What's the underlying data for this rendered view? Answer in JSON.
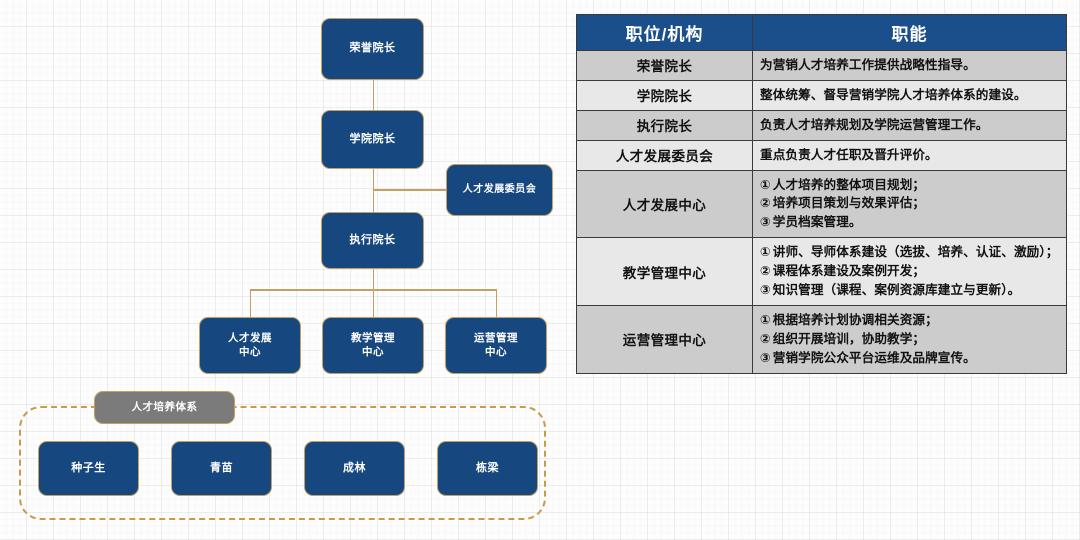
{
  "org_chart": {
    "nodes": [
      {
        "id": "honorary-dean",
        "label": "荣誉院长"
      },
      {
        "id": "college-dean",
        "label": "学院院长"
      },
      {
        "id": "talent-committee",
        "label": "人才发展委员会"
      },
      {
        "id": "executive-dean",
        "label": "执行院长"
      },
      {
        "id": "talent-dev-center",
        "label": "人才发展\n中心"
      },
      {
        "id": "teaching-mgmt-center",
        "label": "教学管理\n中心"
      },
      {
        "id": "operation-mgmt-center",
        "label": "运营管理\n中心"
      }
    ],
    "group_label": "人才培养体系",
    "tiers": [
      {
        "id": "tier-seed",
        "label": "种子生"
      },
      {
        "id": "tier-sapling",
        "label": "青苗"
      },
      {
        "id": "tier-grove",
        "label": "成林"
      },
      {
        "id": "tier-pillar",
        "label": "栋梁"
      }
    ]
  },
  "table": {
    "headers": [
      "职位/机构",
      "职能"
    ],
    "rows": [
      {
        "role": "荣誉院长",
        "duty_lines": [
          {
            "marker": "",
            "text": "为营销人才培养工作提供战略性指导。"
          }
        ]
      },
      {
        "role": "学院院长",
        "duty_lines": [
          {
            "marker": "",
            "text": "整体统筹、督导营销学院人才培养体系的建设。"
          }
        ]
      },
      {
        "role": "执行院长",
        "duty_lines": [
          {
            "marker": "",
            "text": "负责人才培养规划及学院运营管理工作。"
          }
        ]
      },
      {
        "role": "人才发展委员会",
        "duty_lines": [
          {
            "marker": "",
            "text": "重点负责人才任职及晋升评价。"
          }
        ]
      },
      {
        "role": "人才发展中心",
        "duty_lines": [
          {
            "marker": "①",
            "text": "人才培养的整体项目规划；"
          },
          {
            "marker": "②",
            "text": "培养项目策划与效果评估；"
          },
          {
            "marker": "③",
            "text": "学员档案管理。"
          }
        ]
      },
      {
        "role": "教学管理中心",
        "duty_lines": [
          {
            "marker": "①",
            "text": "讲师、导师体系建设（选拔、培养、认证、激励）；"
          },
          {
            "marker": "②",
            "text": "课程体系建设及案例开发；"
          },
          {
            "marker": "③",
            "text": "知识管理（课程、案例资源库建立与更新）。"
          }
        ]
      },
      {
        "role": "运营管理中心",
        "duty_lines": [
          {
            "marker": "①",
            "text": "根据培养计划协调相关资源；"
          },
          {
            "marker": "②",
            "text": "组织开展培训，协助教学；"
          },
          {
            "marker": "③",
            "text": "营销学院公众平台运维及品牌宣传。"
          }
        ]
      }
    ]
  },
  "colors": {
    "node_fill": "#16477e",
    "node_border": "#c3a063",
    "group_border": "#c89b4a",
    "gray_fill": "#7b7b7b",
    "table_header": "#1a4f8b",
    "row_odd": "#cccccc",
    "row_even": "#e8e8e8"
  }
}
